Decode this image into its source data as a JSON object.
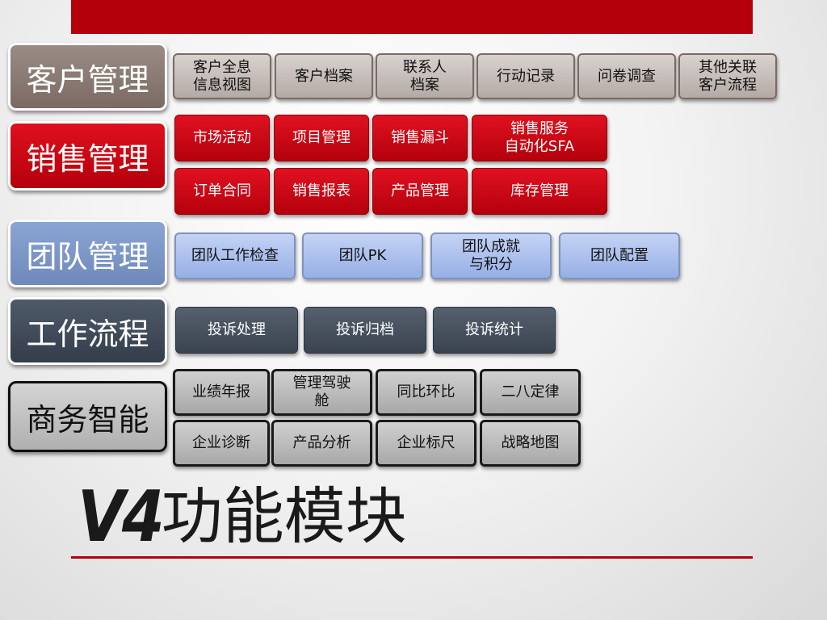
{
  "title": {
    "version": "V4",
    "text": "功能模块"
  },
  "categories": [
    {
      "label": "客户管理",
      "items": [
        "客户全息\n信息视图",
        "客户档案",
        "联系人\n档案",
        "行动记录",
        "问卷调查",
        "其他关联\n客户流程"
      ]
    },
    {
      "label": "销售管理",
      "items": [
        "市场活动",
        "项目管理",
        "销售漏斗",
        "销售服务\n自动化SFA",
        "订单合同",
        "销售报表",
        "产品管理",
        "库存管理"
      ]
    },
    {
      "label": "团队管理",
      "items": [
        "团队工作检查",
        "团队PK",
        "团队成就\n与积分",
        "团队配置"
      ]
    },
    {
      "label": "工作流程",
      "items": [
        "投诉处理",
        "投诉归档",
        "投诉统计"
      ]
    },
    {
      "label": "商务智能",
      "items": [
        "业绩年报",
        "管理驾驶\n舱",
        "同比环比",
        "二八定律",
        "企业诊断",
        "产品分析",
        "企业标尺",
        "战略地图"
      ]
    }
  ],
  "colors": {
    "accent_red": "#b3000b",
    "customer": "#7a6a63",
    "sales": "#c4000f",
    "team": "#7f99cc",
    "workflow": "#3d4655",
    "bi": "#bdbdbd"
  }
}
